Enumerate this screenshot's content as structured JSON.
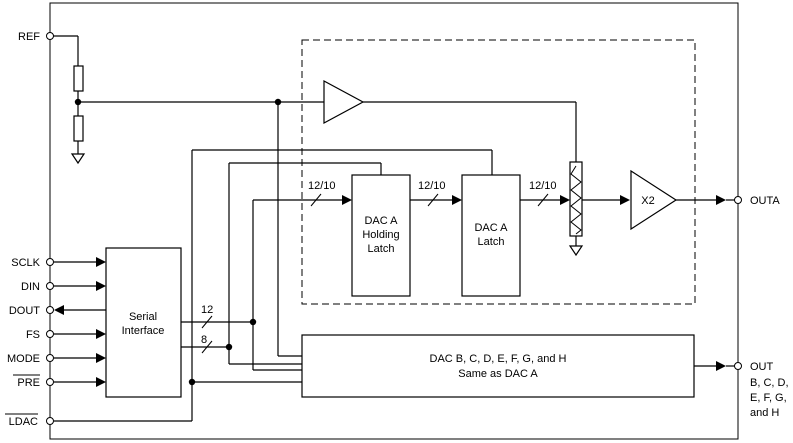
{
  "pins_left": {
    "ref": "REF",
    "sclk": "SCLK",
    "din": "DIN",
    "dout": "DOUT",
    "fs": "FS",
    "mode": "MODE",
    "pre": "PRE",
    "ldac": "LDAC"
  },
  "pins_right": {
    "outa": "OUTA",
    "out_label": "OUT",
    "out_lines": [
      "B, C, D,",
      "E, F, G,",
      "and H"
    ]
  },
  "blocks": {
    "serial_interface": [
      "Serial",
      "Interface"
    ],
    "holding_latch": [
      "DAC A",
      "Holding",
      "Latch"
    ],
    "dac_latch": [
      "DAC A",
      "Latch"
    ],
    "x2_buffer": "X2",
    "dac_others": [
      "DAC B, C, D, E, F, G, and H",
      "Same as DAC A"
    ]
  },
  "bus_labels": {
    "bus_12": "12",
    "bus_8": "8",
    "bus_1210_a": "12/10",
    "bus_1210_b": "12/10",
    "bus_1210_c": "12/10"
  }
}
